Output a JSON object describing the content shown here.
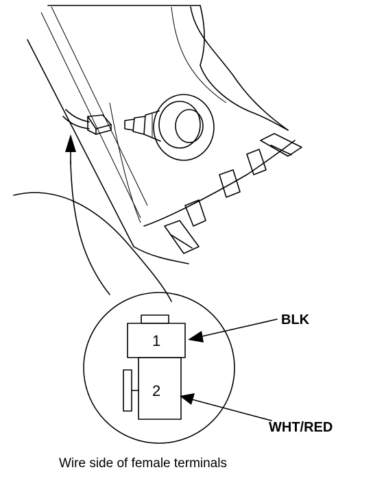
{
  "diagram": {
    "labels": {
      "terminal_1_wire": "BLK",
      "terminal_2_wire": "WHT/RED"
    },
    "terminals": {
      "t1_number": "1",
      "t2_number": "2"
    },
    "caption": "Wire side of female terminals"
  }
}
